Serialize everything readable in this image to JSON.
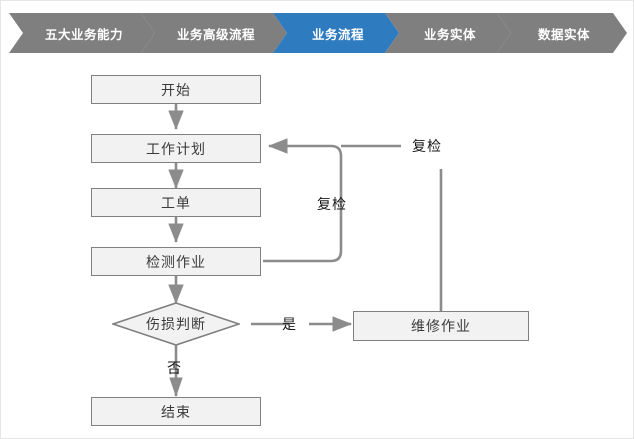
{
  "breadcrumb": {
    "active_color": "#2e7bbf",
    "inactive_color": "#7f7f7f",
    "items": [
      {
        "label": "五大业务能力",
        "active": false
      },
      {
        "label": "业务高级流程",
        "active": false
      },
      {
        "label": "业务流程",
        "active": true
      },
      {
        "label": "业务实体",
        "active": false
      },
      {
        "label": "数据实体",
        "active": false
      }
    ]
  },
  "flowchart": {
    "type": "flowchart",
    "node_fill": "#f2f2f2",
    "node_border": "#808080",
    "connector_color": "#8c8c8c",
    "nodes": [
      {
        "id": "start",
        "label": "开始",
        "shape": "rect"
      },
      {
        "id": "plan",
        "label": "工作计划",
        "shape": "rect"
      },
      {
        "id": "workorder",
        "label": "工单",
        "shape": "rect"
      },
      {
        "id": "inspect",
        "label": "检测作业",
        "shape": "rect"
      },
      {
        "id": "judge",
        "label": "伤损判断",
        "shape": "diamond"
      },
      {
        "id": "repair",
        "label": "维修作业",
        "shape": "rect"
      },
      {
        "id": "end",
        "label": "结束",
        "shape": "rect"
      }
    ],
    "edge_labels": [
      {
        "id": "recheck-top",
        "label": "复检"
      },
      {
        "id": "recheck-middle",
        "label": "复检"
      },
      {
        "id": "yes",
        "label": "是"
      },
      {
        "id": "no",
        "label": "否"
      }
    ],
    "edges": [
      {
        "from": "start",
        "to": "plan",
        "label": ""
      },
      {
        "from": "plan",
        "to": "workorder",
        "label": ""
      },
      {
        "from": "workorder",
        "to": "inspect",
        "label": ""
      },
      {
        "from": "inspect",
        "to": "judge",
        "label": ""
      },
      {
        "from": "inspect",
        "to": "plan",
        "label": "复检"
      },
      {
        "from": "judge",
        "to": "repair",
        "label": "是"
      },
      {
        "from": "judge",
        "to": "end",
        "label": "否"
      },
      {
        "from": "repair",
        "to": "plan",
        "label": "复检"
      }
    ]
  }
}
